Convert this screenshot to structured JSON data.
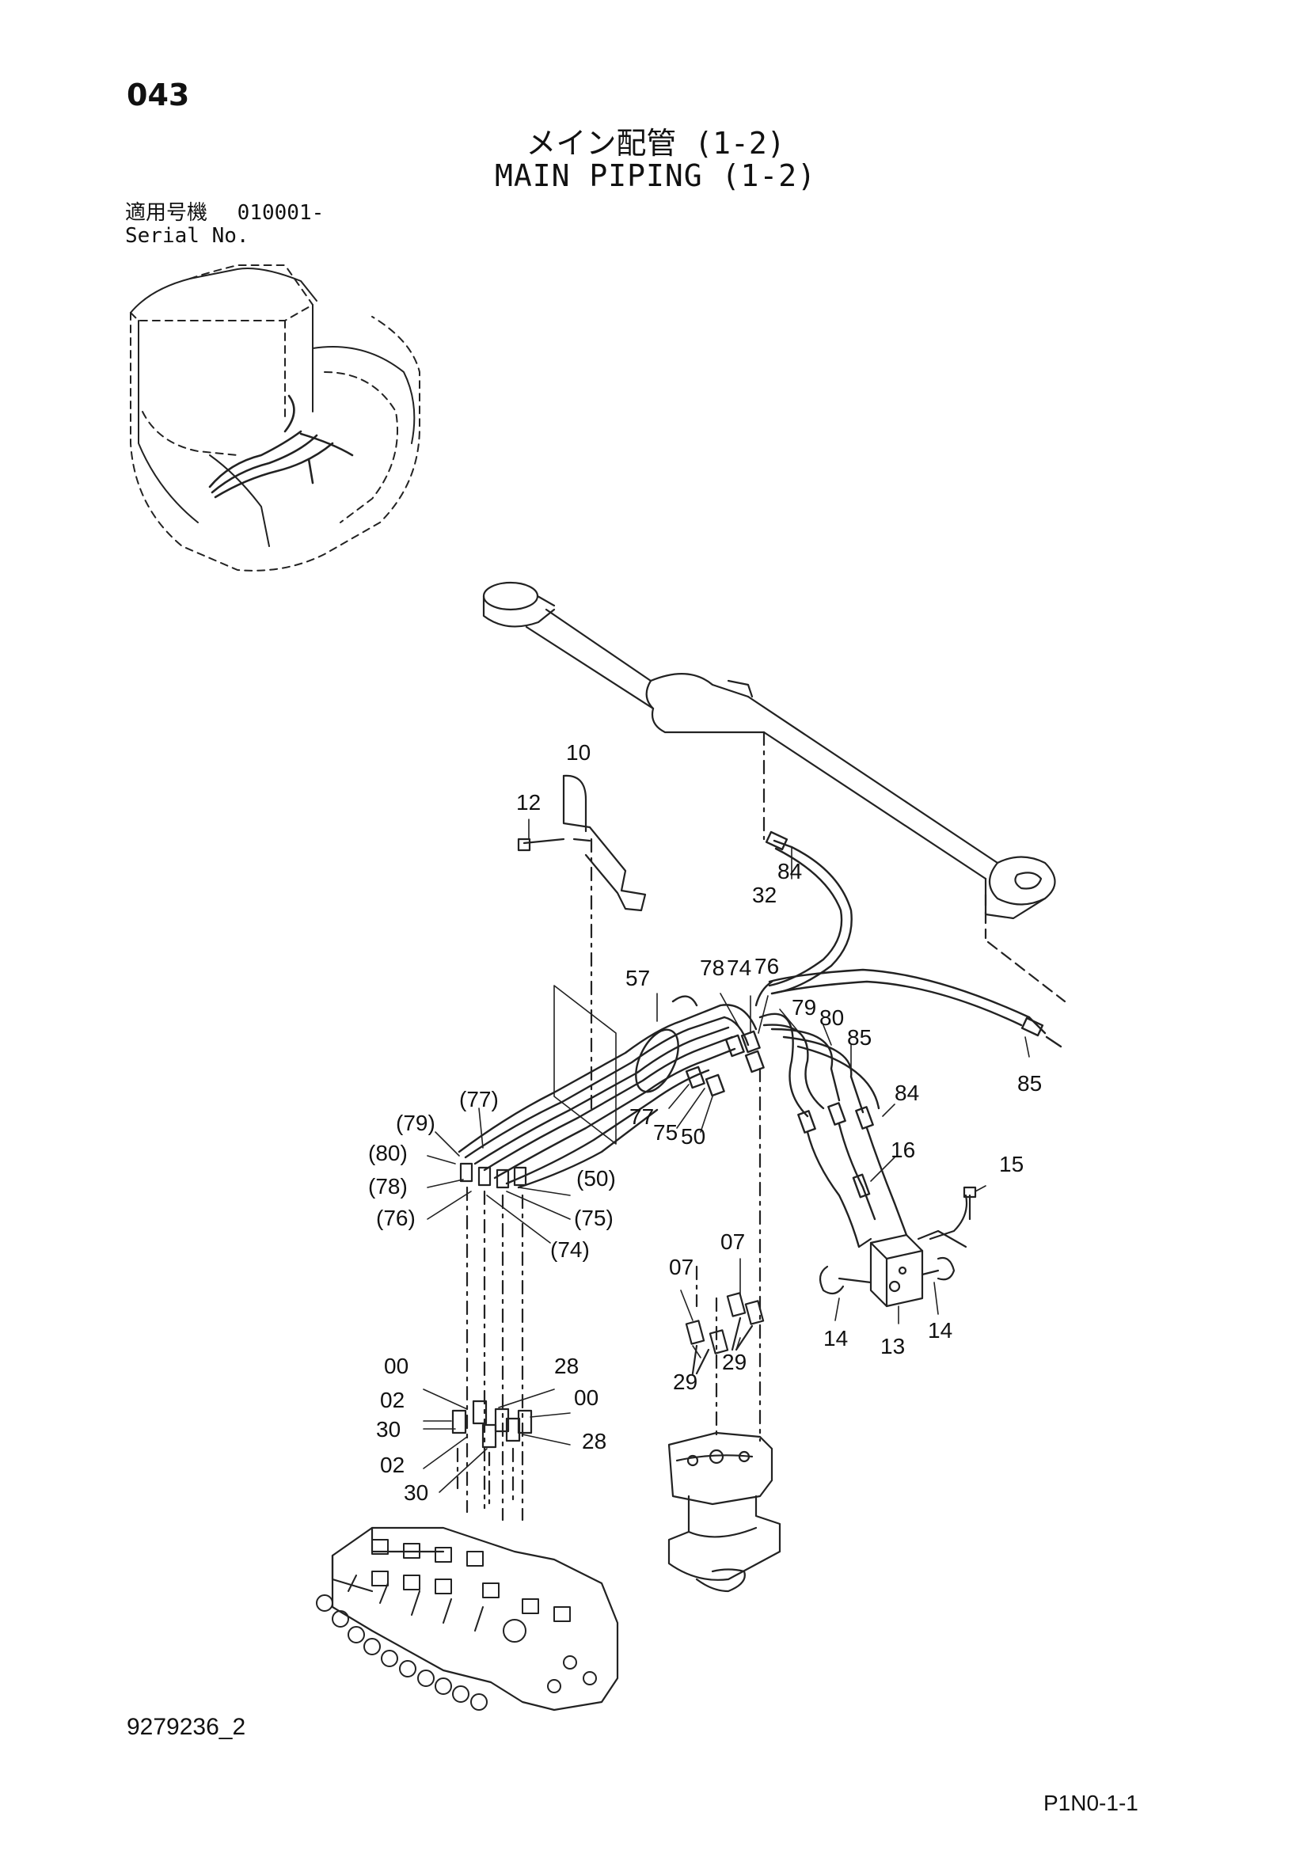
{
  "header": {
    "page_number": "043",
    "title_jp": "メイン配管 (1-2)",
    "title_en": "MAIN PIPING (1-2)",
    "serial_label_jp": "適用号機",
    "serial_value": "010001-",
    "serial_label_en": "Serial No."
  },
  "footer": {
    "drawing_number": "9279236_2",
    "sheet_code": "P1N0-1-1"
  },
  "callouts": {
    "c10": "10",
    "c12": "12",
    "c84a": "84",
    "c32": "32",
    "c57": "57",
    "c78": "78",
    "c74": "74",
    "c76": "76",
    "c79": "79",
    "c80": "80",
    "c85a": "85",
    "c85b": "85",
    "c84b": "84",
    "c77a": "(77)",
    "c79p": "(79)",
    "c80p": "(80)",
    "c78p": "(78)",
    "c76p": "(76)",
    "c50p": "(50)",
    "c75p": "(75)",
    "c74p": "(74)",
    "c77b": "77",
    "c75": "75",
    "c50": "50",
    "c16": "16",
    "c15": "15",
    "c07a": "07",
    "c07b": "07",
    "c14a": "14",
    "c13": "13",
    "c14b": "14",
    "c29a": "29",
    "c29b": "29",
    "c00a": "00",
    "c28a": "28",
    "c02a": "02",
    "c00b": "00",
    "c30a": "30",
    "c28b": "28",
    "c02b": "02",
    "c30b": "30"
  }
}
